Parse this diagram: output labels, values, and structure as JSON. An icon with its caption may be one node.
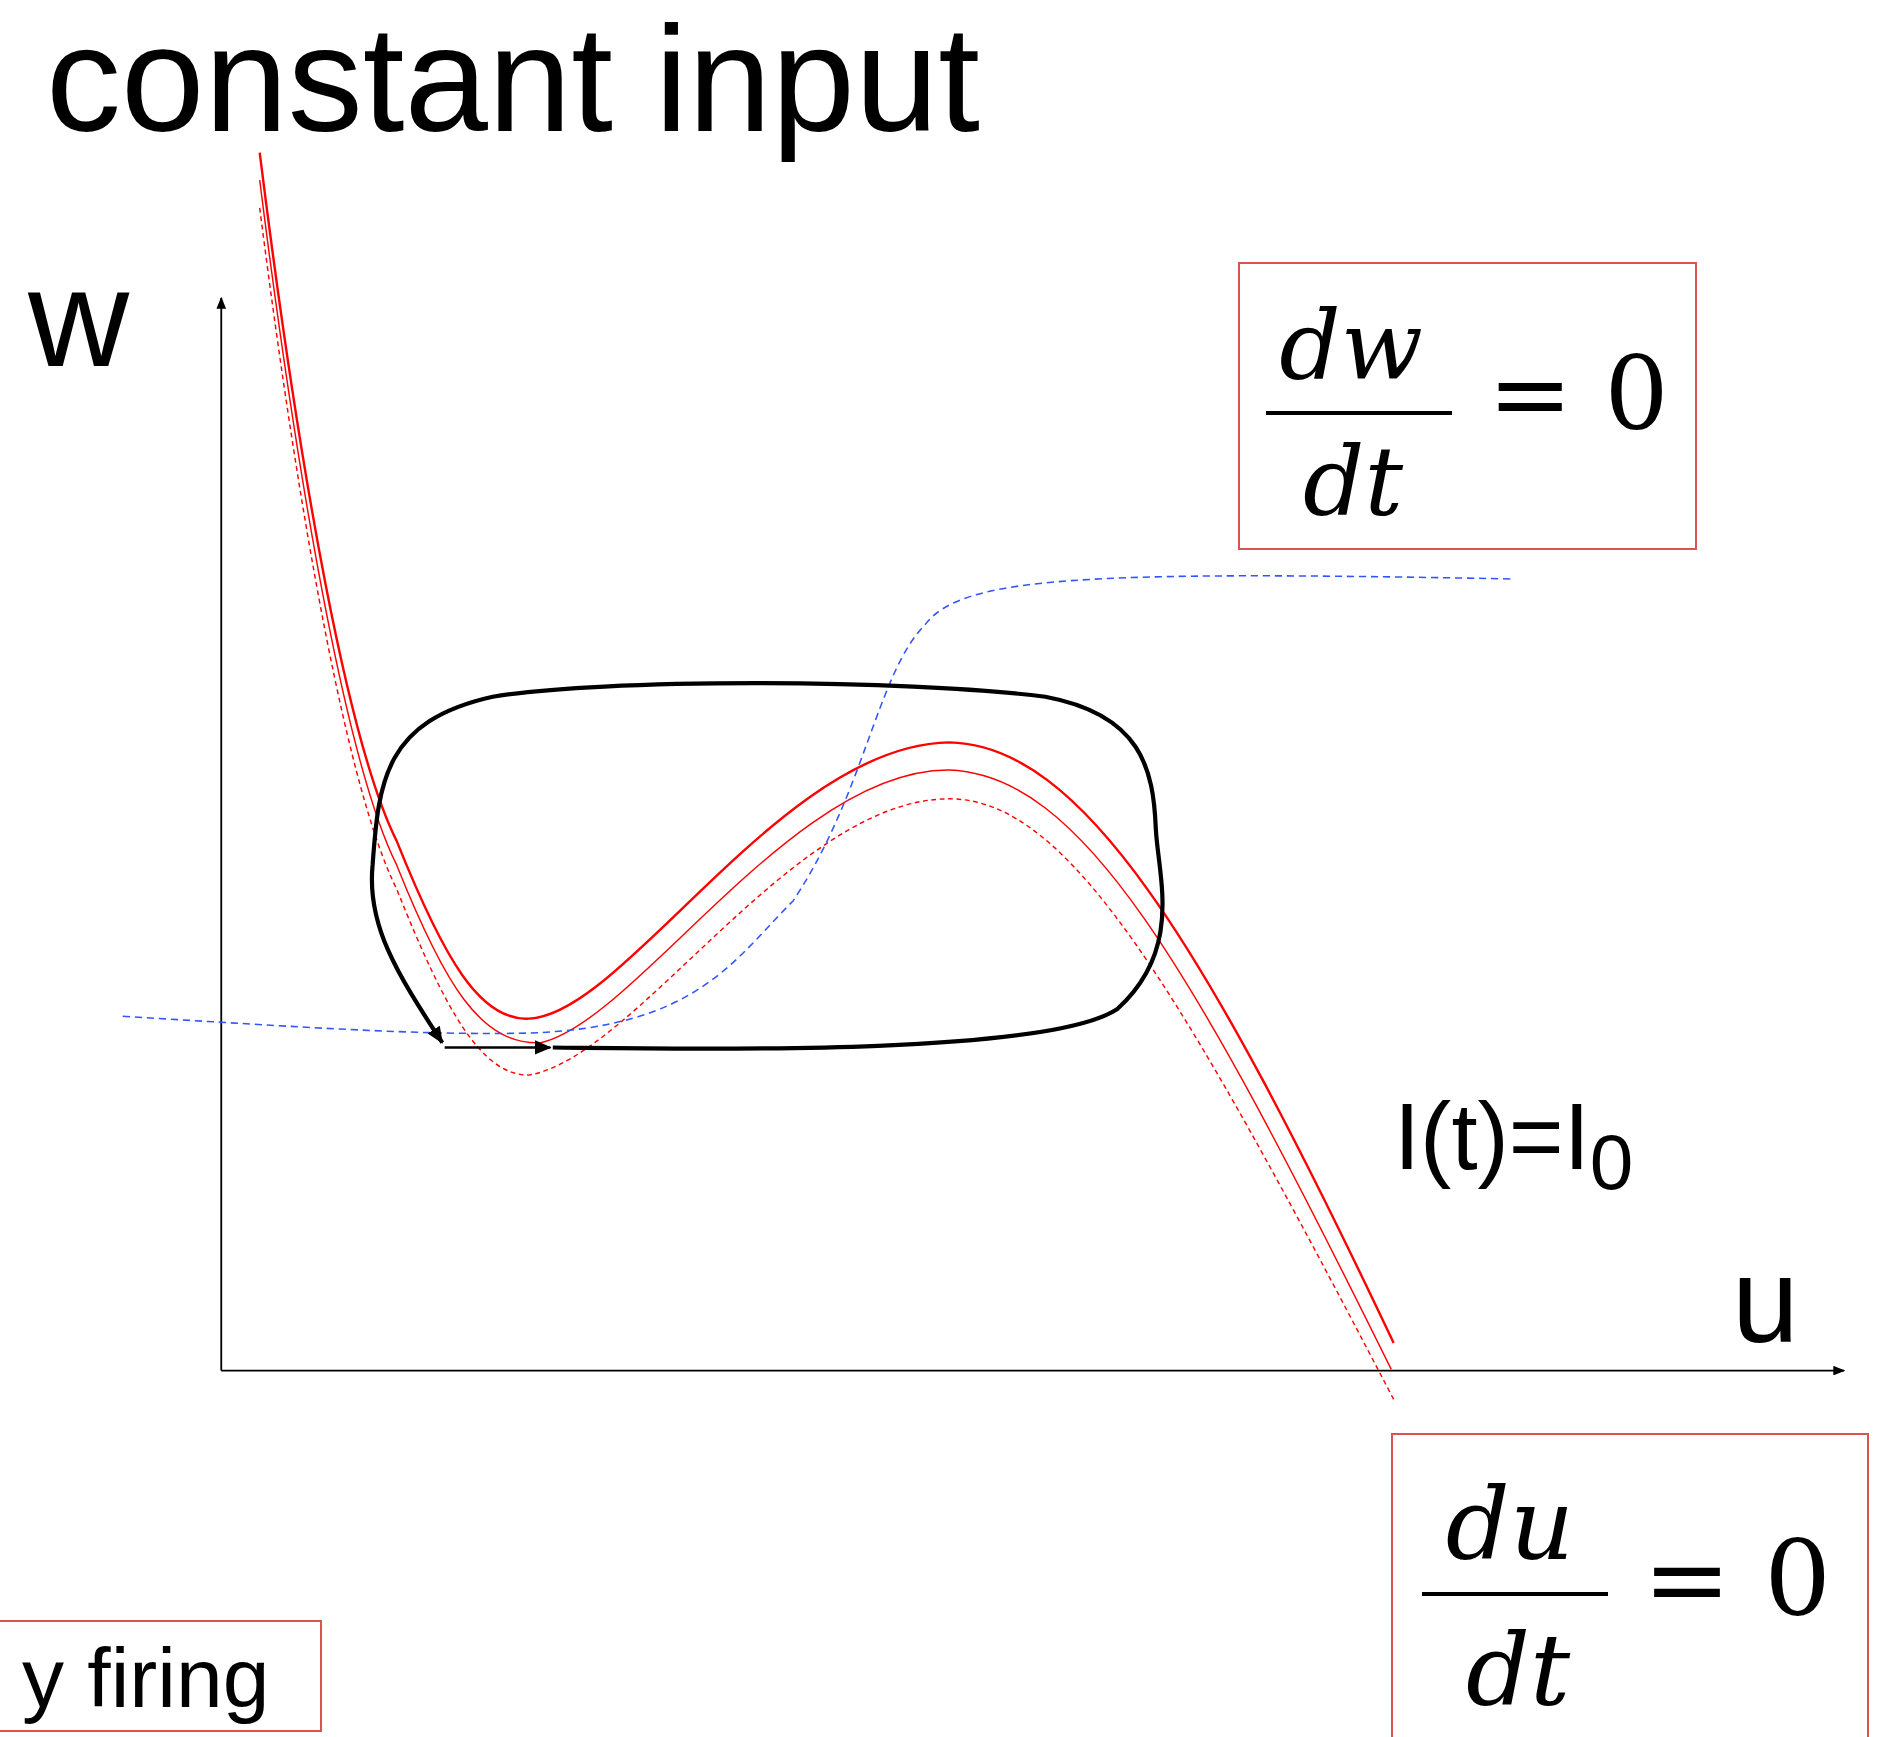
{
  "diagram": {
    "title": "constant input",
    "nodes": [
      {
        "text": [
          "dw",
          "dt",
          "= 0"
        ]
      },
      {
        "text": [
          "du",
          "dt",
          "= 0"
        ]
      },
      {
        "text": [
          "y firing"
        ]
      }
    ],
    "labels": [
      "w",
      "I(t)=I$_{0}$",
      "u"
    ]
  }
}
